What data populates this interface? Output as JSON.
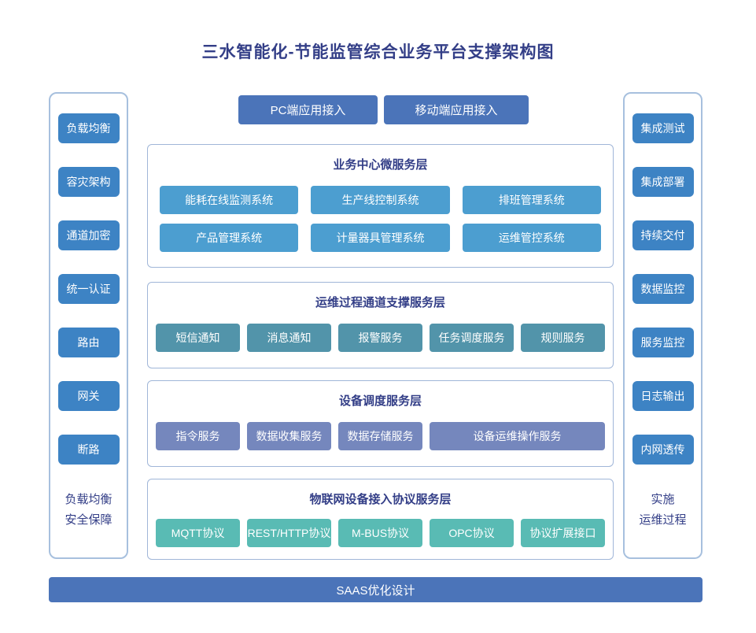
{
  "title": "三水智能化-节能监管综合业务平台支撑架构图",
  "colors": {
    "title_text": "#333e87",
    "primary_blue": "#4b74b9",
    "sidebar_blue": "#3d83c4",
    "business_blue": "#4c9ed0",
    "channel_teal": "#5294aa",
    "device_slate": "#7587bd",
    "iot_teal": "#59bbb4",
    "panel_border": "#a7c0de",
    "section_border": "#a0b6d8"
  },
  "top_buttons": {
    "pc": "PC端应用接入",
    "mobile": "移动端应用接入"
  },
  "left_panel": {
    "items": [
      "负载均衡",
      "容灾架构",
      "通道加密",
      "统一认证",
      "路由",
      "网关",
      "断路"
    ],
    "caption_line1": "负载均衡",
    "caption_line2": "安全保障"
  },
  "right_panel": {
    "items": [
      "集成测试",
      "集成部署",
      "持续交付",
      "数据监控",
      "服务监控",
      "日志输出",
      "内网透传"
    ],
    "caption_line1": "实施",
    "caption_line2": "运维过程"
  },
  "sections": [
    {
      "title": "业务中心微服务层",
      "items": [
        "能耗在线监测系统",
        "生产线控制系统",
        "排班管理系统",
        "产品管理系统",
        "计量器具管理系统",
        "运维管控系统"
      ]
    },
    {
      "title": "运维过程通道支撑服务层",
      "items": [
        "短信通知",
        "消息通知",
        "报警服务",
        "任务调度服务",
        "规则服务"
      ]
    },
    {
      "title": "设备调度服务层",
      "items": [
        "指令服务",
        "数据收集服务",
        "数据存储服务",
        "设备运维操作服务"
      ]
    },
    {
      "title": "物联网设备接入协议服务层",
      "items": [
        "MQTT协议",
        "REST/HTTP协议",
        "M-BUS协议",
        "OPC协议",
        "协议扩展接口"
      ]
    }
  ],
  "footer": {
    "label": "SAAS优化设计"
  }
}
